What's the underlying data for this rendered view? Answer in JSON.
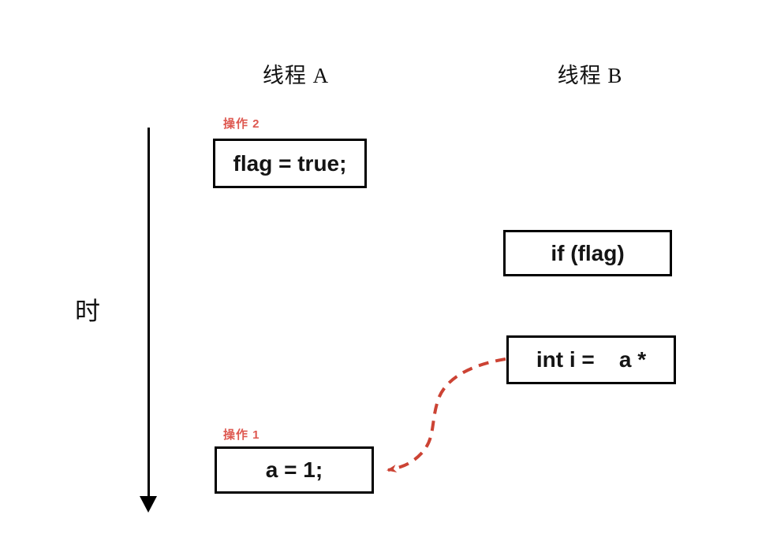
{
  "diagram": {
    "thread_a_title": "线程 A",
    "thread_b_title": "线程 B",
    "time_axis_label": "时",
    "operation_labels": {
      "op2": "操作 2",
      "op1": "操作 1"
    },
    "boxes": {
      "flag_assign": "flag = true;",
      "if_flag": "if (flag)",
      "int_i": "int i =    a *",
      "a_assign": "a = 1;"
    },
    "icons": {
      "time_axis_arrow": "down-arrow-icon",
      "dependency_arrow": "dashed-curved-left-arrow-icon"
    },
    "colors": {
      "background": "#ffffff",
      "box_border": "#000000",
      "code_text": "#141414",
      "operation_label_red": "#de5850",
      "dependency_arrow_red": "#cc4334",
      "time_axis_black": "#000000"
    }
  }
}
